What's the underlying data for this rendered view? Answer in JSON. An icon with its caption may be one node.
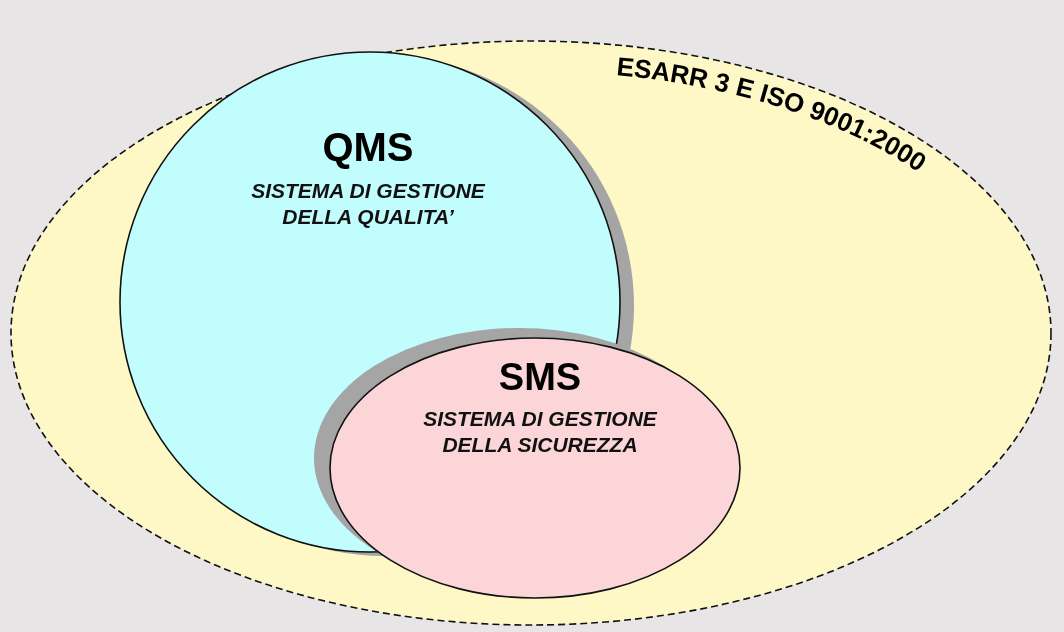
{
  "diagram": {
    "nodes": [
      {
        "text": [
          "ESARR 3 E ISO 9001:2000"
        ]
      },
      {
        "text": [
          "QMS",
          "SISTEMA DI GESTIONE DELLA QUALITA’"
        ],
        "in": 0
      },
      {
        "text": [
          "SMS",
          "SISTEMA DI GESTIONE DELLA SICUREZZA"
        ],
        "in": 0
      }
    ]
  }
}
